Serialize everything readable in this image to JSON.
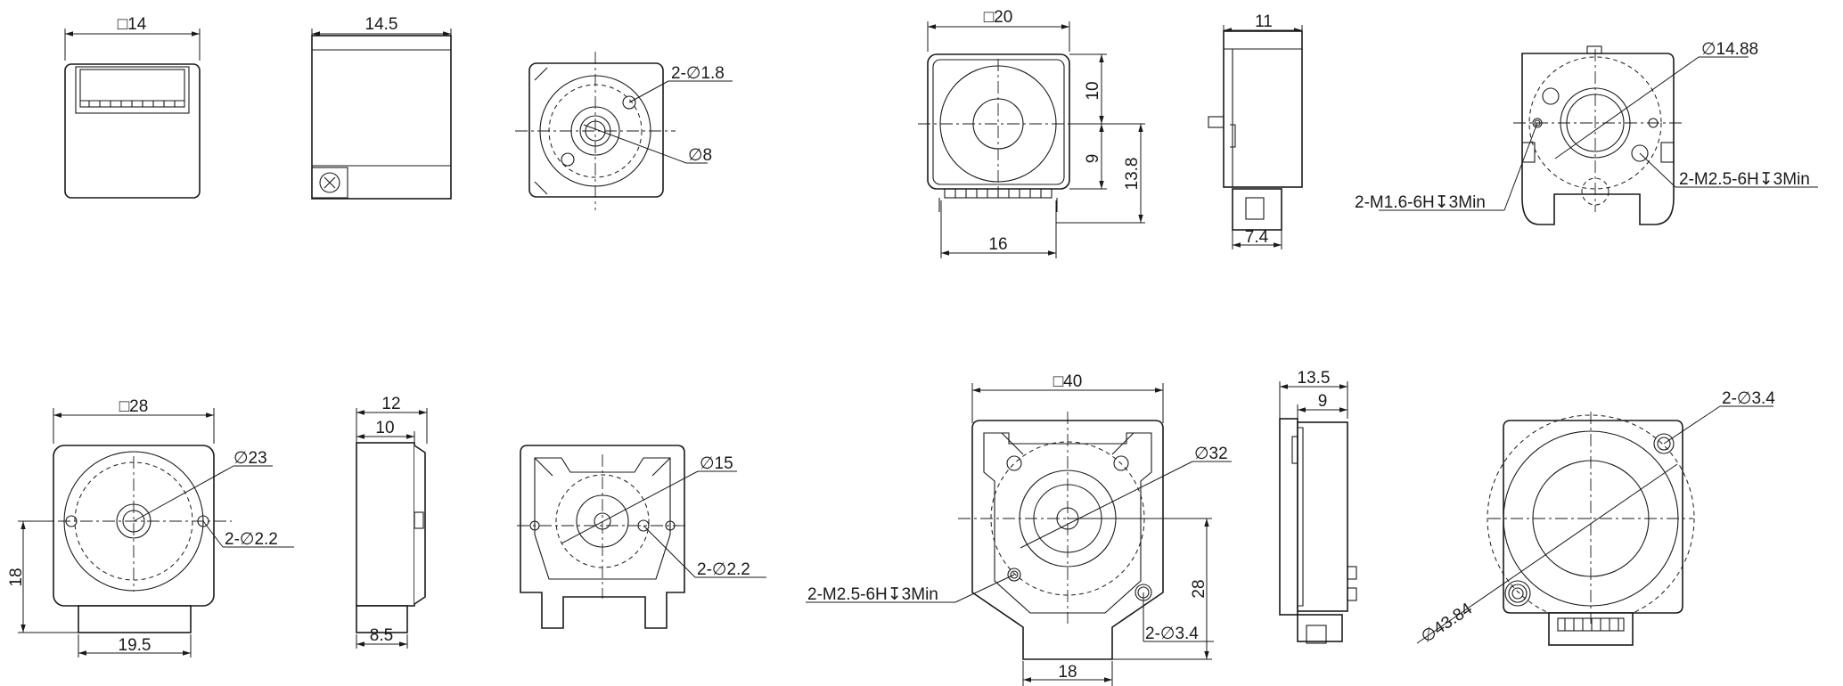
{
  "title": "",
  "dims": {
    "s14_front": "□14",
    "s14_side": "14.5",
    "s14_holes": "2-∅1.8",
    "s14_bore": "∅8",
    "s20_front": "□20",
    "s20_h10": "10",
    "s20_h9": "9",
    "s20_h13_8": "13.8",
    "s20_w16": "16",
    "s20_side": "11",
    "s20_side_bottom": "7.4",
    "s20_circle": "∅14.88",
    "s20_m16": "2-M1.6-6H↧3Min",
    "s20_m25": "2-M2.5-6H↧3Min",
    "s28_front": "□28",
    "s28_circle": "∅23",
    "s28_holes": "2-∅2.2",
    "s28_h18": "18",
    "s28_w19_5": "19.5",
    "s28_side12": "12",
    "s28_side10": "10",
    "s28_side8_5": "8.5",
    "s28_back_circle": "∅15",
    "s28_back_holes": "2-∅2.2",
    "s40_front": "□40",
    "s40_circle": "∅32",
    "s40_m25": "2-M2.5-6H↧3Min",
    "s40_h28": "28",
    "s40_holes": "2-∅3.4",
    "s40_w18": "18",
    "s40_side13_5": "13.5",
    "s40_side9": "9",
    "s40_back_holes": "2-∅3.4",
    "s40_back_circle": "∅43.84"
  }
}
